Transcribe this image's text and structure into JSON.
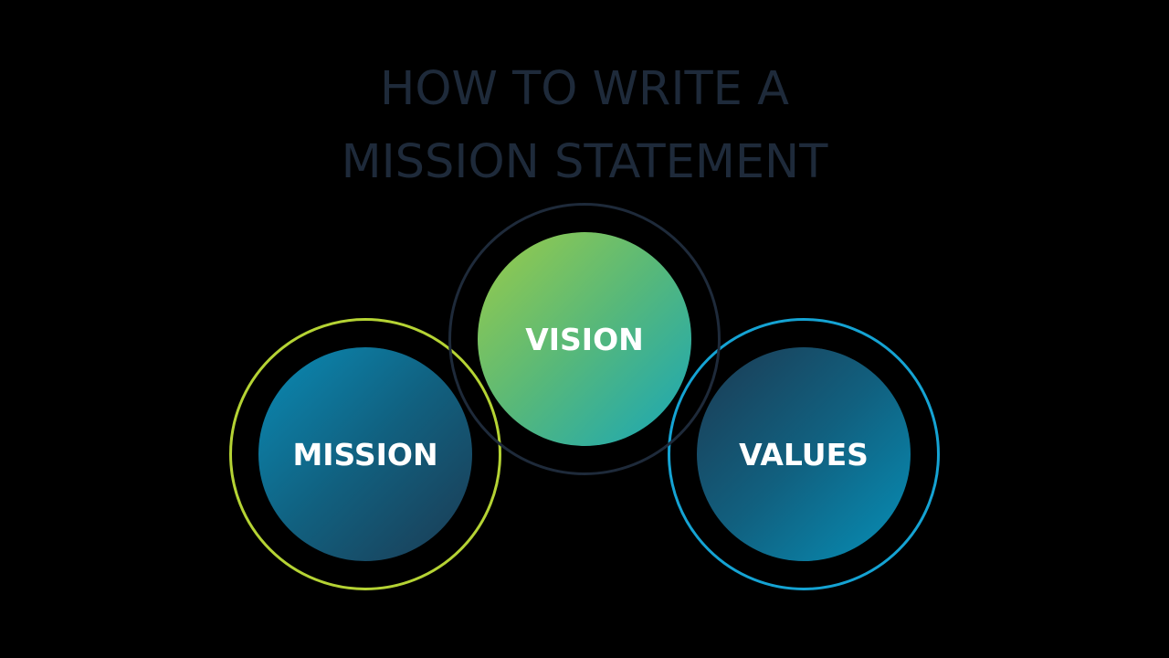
{
  "title": {
    "line1": "HOW TO WRITE A",
    "line2": "MISSION STATEMENT",
    "color": "#1e2a3a"
  },
  "circles": [
    {
      "label": "MISSION",
      "ring_color": "#b5d334",
      "gradient_from": "#0a8bb5",
      "gradient_to": "#1c3a52"
    },
    {
      "label": "VISION",
      "ring_color": "#1e2a3a",
      "gradient_from": "#9bcc48",
      "gradient_to": "#17a6b8"
    },
    {
      "label": "VALUES",
      "ring_color": "#15a3d3",
      "gradient_from": "#1c3a52",
      "gradient_to": "#0690b8"
    }
  ]
}
